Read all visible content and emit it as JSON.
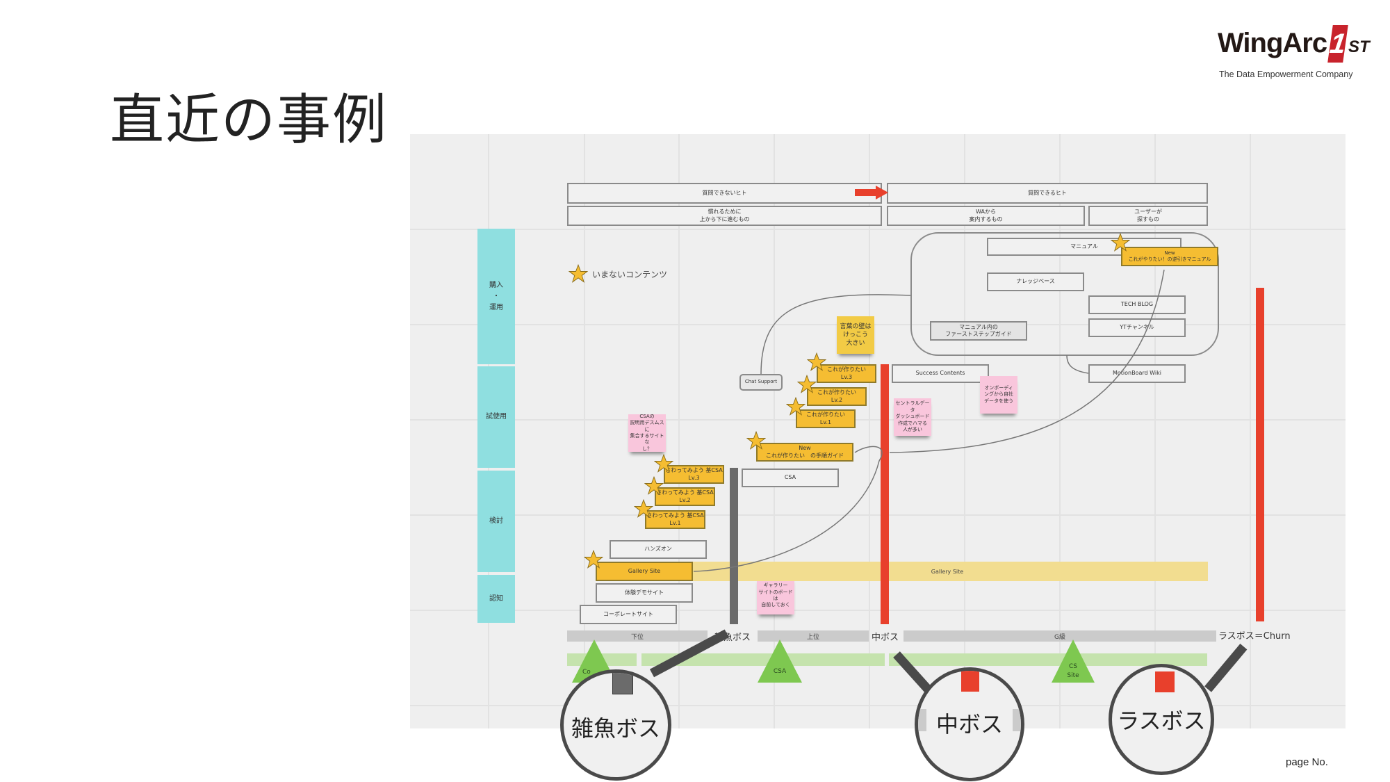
{
  "slide": {
    "title": "直近の事例",
    "page_label": "page No."
  },
  "logo": {
    "brand": "WingArc",
    "one": "1",
    "st": "ST",
    "tagline": "The Data Empowerment Company"
  },
  "diagram": {
    "header": {
      "left_top": "質問できないヒト",
      "left_bottom": "慣れるために\n上から下に進むもの",
      "right_top": "質問できるヒト",
      "right_mid": "WAから\n案内するもの",
      "right_right": "ユーザーが\n探すもの"
    },
    "legend": {
      "label": "いまないコンテンツ",
      "icon": "star-icon"
    },
    "phases": [
      "購入\n・\n運用",
      "試使用",
      "検討",
      "認知"
    ],
    "cloud_items": {
      "manual": "マニュアル",
      "new_manual": "New\nこれがやりたい！の逆引きマニュアル",
      "knowledge": "ナレッジベース",
      "tech_blog": "TECH BLOG",
      "yt_channel": "YTチャンネル",
      "first_step": "マニュアル内の\nファーストステップガイド"
    },
    "motionboard_wiki": "MotionBoard Wiki",
    "chat_support": "Chat Support",
    "success_contents": "Success Contents",
    "stickies": {
      "barrier": "言葉の壁は\nけっこう\n大きい",
      "sample_data": "セントラルデータ\nダッシュボード\n作成でハマる\n人が多い",
      "onboarding": "オンボーディ\nングから自社\nデータを使う",
      "csa_note": "CSAの\n説明用デスムスに\n集合するサイトな\nし？",
      "gallery_note": "ギャラリー\nサイトのボードは\n自前しておく"
    },
    "yellow_items": {
      "lv3": "これが作りたい\nLv.3",
      "lv2": "これが作りたい\nLv.2",
      "lv1": "これが作りたい\nLv.1",
      "new_guide": "New\nこれが作りたい　の手順ガイド",
      "csa_lv3": "さわってみよう 基CSA\nLv.3",
      "csa_lv2": "さわってみよう 基CSA\nLv.2",
      "csa_lv1": "さわってみよう 基CSA\nLv.1",
      "gallery_site": "Gallery Site"
    },
    "boxes": {
      "csa": "CSA",
      "hands_on": "ハンズオン",
      "demo_site": "体験デモサイト",
      "corporate_site": "コーポレートサイト"
    },
    "gallery_band": "Gallery Site",
    "stages": [
      {
        "label": "下位",
        "boss": "雑魚ボス"
      },
      {
        "label": "上位",
        "boss": "中ボス"
      },
      {
        "label": "G級",
        "boss": "ラスボス＝Churn"
      }
    ],
    "triangles": [
      {
        "label": "Co"
      },
      {
        "label": "CSA"
      },
      {
        "label": "CS\nSite"
      }
    ],
    "magnifiers": [
      {
        "label": "雑魚ボス",
        "bar_color": "#6b6b6b"
      },
      {
        "label": "中ボス",
        "bar_color": "#e8402c"
      },
      {
        "label": "ラスボス",
        "bar_color": "#e8402c"
      }
    ],
    "colors": {
      "phase": "#8fdfe0",
      "yellow": "#f5bd32",
      "pink": "#f9c6dc",
      "red": "#e8402c",
      "grey_bar": "#6b6b6b",
      "green": "#7ec850",
      "gallery_band": "#f2dd90"
    }
  }
}
